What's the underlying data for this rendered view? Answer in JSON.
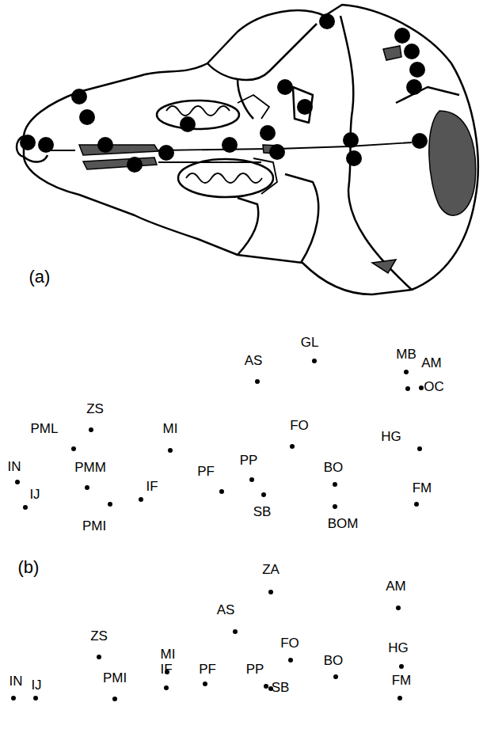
{
  "diagram": {
    "labels": [
      "(a)",
      "GL",
      "MB",
      "AM",
      "AS",
      "OC",
      "ZS",
      "FO",
      "PML",
      "MI",
      "HG",
      "PP",
      "BO",
      "IN",
      "PMM",
      "PF",
      "FM",
      "IF",
      "IJ",
      "SB",
      "PMI",
      "BOM",
      "(b)",
      "ZA",
      "AM",
      "AS",
      "HG",
      "ZS",
      "FO",
      "MI",
      "PP",
      "BO",
      "IN",
      "IF",
      "PF",
      "FM",
      "IJ",
      "PMI",
      "SB"
    ]
  }
}
